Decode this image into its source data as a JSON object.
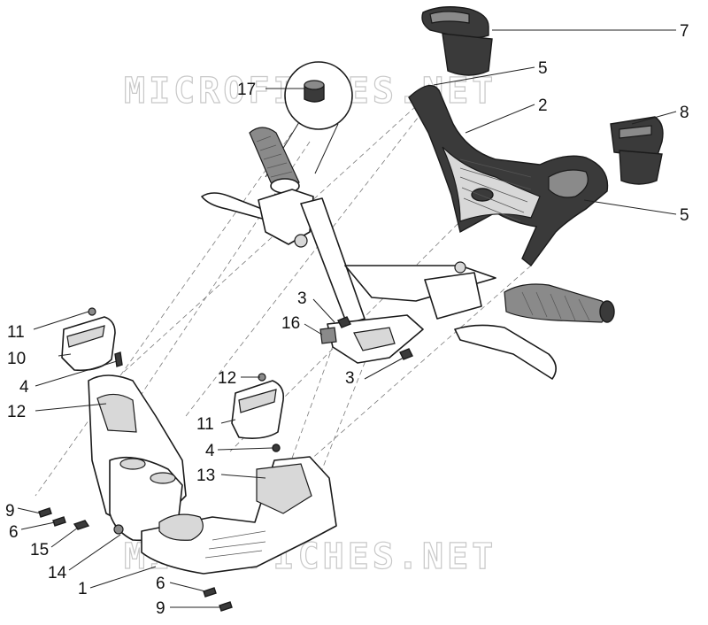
{
  "watermark": {
    "top_text": "MICROFICHES.NET",
    "bottom_text": "MICROFICHES.NET"
  },
  "callouts": [
    {
      "id": "c7",
      "label": "7"
    },
    {
      "id": "c5a",
      "label": "5"
    },
    {
      "id": "c17",
      "label": "17"
    },
    {
      "id": "c2",
      "label": "2"
    },
    {
      "id": "c8",
      "label": "8"
    },
    {
      "id": "c5b",
      "label": "5"
    },
    {
      "id": "c3a",
      "label": "3"
    },
    {
      "id": "c16",
      "label": "16"
    },
    {
      "id": "c11a",
      "label": "11"
    },
    {
      "id": "c10",
      "label": "10"
    },
    {
      "id": "c3b",
      "label": "3"
    },
    {
      "id": "c4a",
      "label": "4"
    },
    {
      "id": "c12a",
      "label": "12"
    },
    {
      "id": "c12b",
      "label": "12"
    },
    {
      "id": "c11b",
      "label": "11"
    },
    {
      "id": "c4b",
      "label": "4"
    },
    {
      "id": "c13",
      "label": "13"
    },
    {
      "id": "c9a",
      "label": "9"
    },
    {
      "id": "c6a",
      "label": "6"
    },
    {
      "id": "c15",
      "label": "15"
    },
    {
      "id": "c14",
      "label": "14"
    },
    {
      "id": "c1",
      "label": "1"
    },
    {
      "id": "c6b",
      "label": "6"
    },
    {
      "id": "c9b",
      "label": "9"
    }
  ]
}
